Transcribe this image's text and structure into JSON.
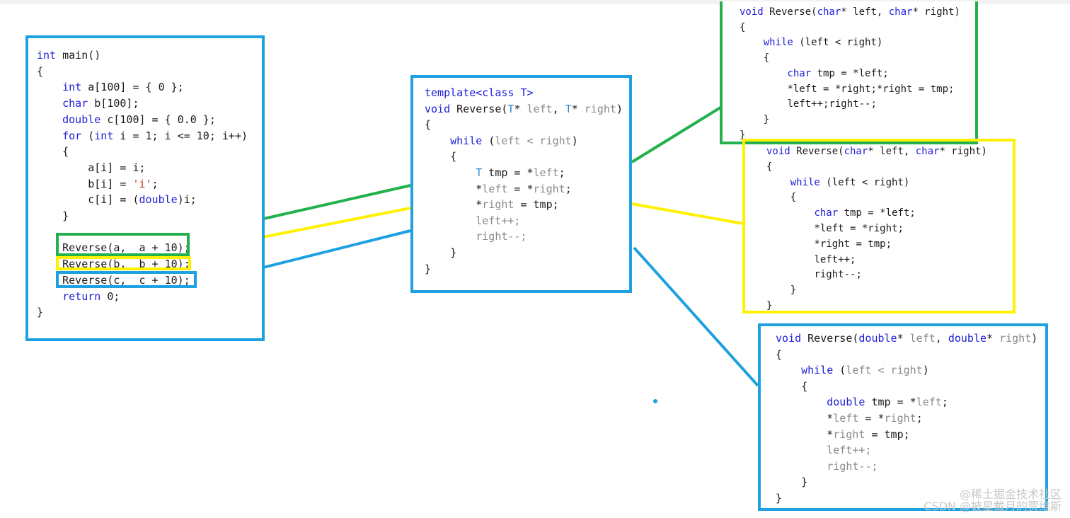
{
  "colors": {
    "green": "#22b14c",
    "yellow": "#fff200",
    "blue": "#1ea1e0"
  },
  "main_code": {
    "l1": "()",
    "l1_kw": "int",
    "l1_name": " main",
    "l2": "{",
    "l3_kw": "int",
    "l3": " a[100] = { 0 };",
    "l4_kw": "char",
    "l4": " b[100];",
    "l5_kw": "double",
    "l5": " c[100] = { 0.0 };",
    "l6_kw": "for",
    "l6a": " (",
    "l6_kw2": "int",
    "l6b": " i = 1; i <= 10; i++)",
    "l7": "{",
    "l8": "a[i] = i;",
    "l9a": "b[i] = ",
    "l9_str": "'i'",
    "l9b": ";",
    "l10a": "c[i] = (",
    "l10_kw": "double",
    "l10b": ")i;",
    "l11": "}",
    "call1": "Reverse(a,  a + 10);",
    "call2": "Reverse(b,  b + 10);",
    "call3": "Reverse(c,  c + 10);",
    "ret_kw": "return",
    "ret": " 0;",
    "close": "}"
  },
  "template_code": {
    "t1_kw": "template",
    "t1a": "<",
    "t1_kw2": "class",
    "t1b": " T>",
    "t2_kw": "void",
    "t2a": " Reverse(",
    "t2_t1": "T",
    "t2b": "* ",
    "t2_p1": "left",
    "t2c": ", ",
    "t2_t2": "T",
    "t2d": "* ",
    "t2_p2": "right",
    "t2e": ")",
    "t3": "{",
    "t4_kw": "while",
    "t4a": " (",
    "t4_g": "left < right",
    "t4b": ")",
    "t5": "{",
    "t6_t": "T",
    "t6a": " tmp = *",
    "t6_g": "left",
    "t6b": ";",
    "t7a": "*",
    "t7_g": "left",
    "t7b": " = *",
    "t7_g2": "right",
    "t7c": ";",
    "t8a": "*",
    "t8_g": "right",
    "t8b": " = tmp;",
    "t9": "left++;",
    "t10": "right--;",
    "t11": "}",
    "t12": "}"
  },
  "char_code": {
    "c1_kw": "void",
    "c1a": " Reverse(",
    "c1_kw2": "char",
    "c1b": "* left, ",
    "c1_kw3": "char",
    "c1c": "* right)",
    "c2": "{",
    "c3_kw": "while",
    "c3": " (left < right)",
    "c4": "{",
    "c5_kw": "char",
    "c5": " tmp = *left;",
    "c6": "*left = *right;*right = tmp;",
    "c7": "left++;right--;",
    "c8": "}",
    "c9": "}"
  },
  "char_code2": {
    "c1_kw": "void",
    "c1a": " Reverse(",
    "c1_kw2": "char",
    "c1b": "* left, ",
    "c1_kw3": "char",
    "c1c": "* right)",
    "c2": "{",
    "c3_kw": "while",
    "c3": " (left < right)",
    "c4": "{",
    "c5_kw": "char",
    "c5": " tmp = *left;",
    "c6": "*left = *right;",
    "c7": "*right = tmp;",
    "c8": "left++;",
    "c9": "right--;",
    "c10": "}",
    "c11": "}"
  },
  "double_code": {
    "d1_kw": "void",
    "d1a": " Reverse(",
    "d1_kw2": "double",
    "d1b": "* ",
    "d1_g1": "left",
    "d1c": ", ",
    "d1_kw3": "double",
    "d1d": "* ",
    "d1_g2": "right",
    "d1e": ")",
    "d2": "{",
    "d3_kw": "while",
    "d3a": " (",
    "d3_g": "left < right",
    "d3b": ")",
    "d4": "{",
    "d5_kw": "double",
    "d5a": " tmp = *",
    "d5_g": "left",
    "d5b": ";",
    "d6a": "*",
    "d6_g": "left",
    "d6b": " = *",
    "d6_g2": "right",
    "d6c": ";",
    "d7a": "*",
    "d7_g": "right",
    "d7b": " = tmp;",
    "d8": "left++;",
    "d9": "right--;",
    "d10": "}",
    "d11": "}"
  },
  "watermark": {
    "line1": "@稀土掘金技术社区",
    "line2": "CSDN @披星戴月的贾维斯"
  }
}
